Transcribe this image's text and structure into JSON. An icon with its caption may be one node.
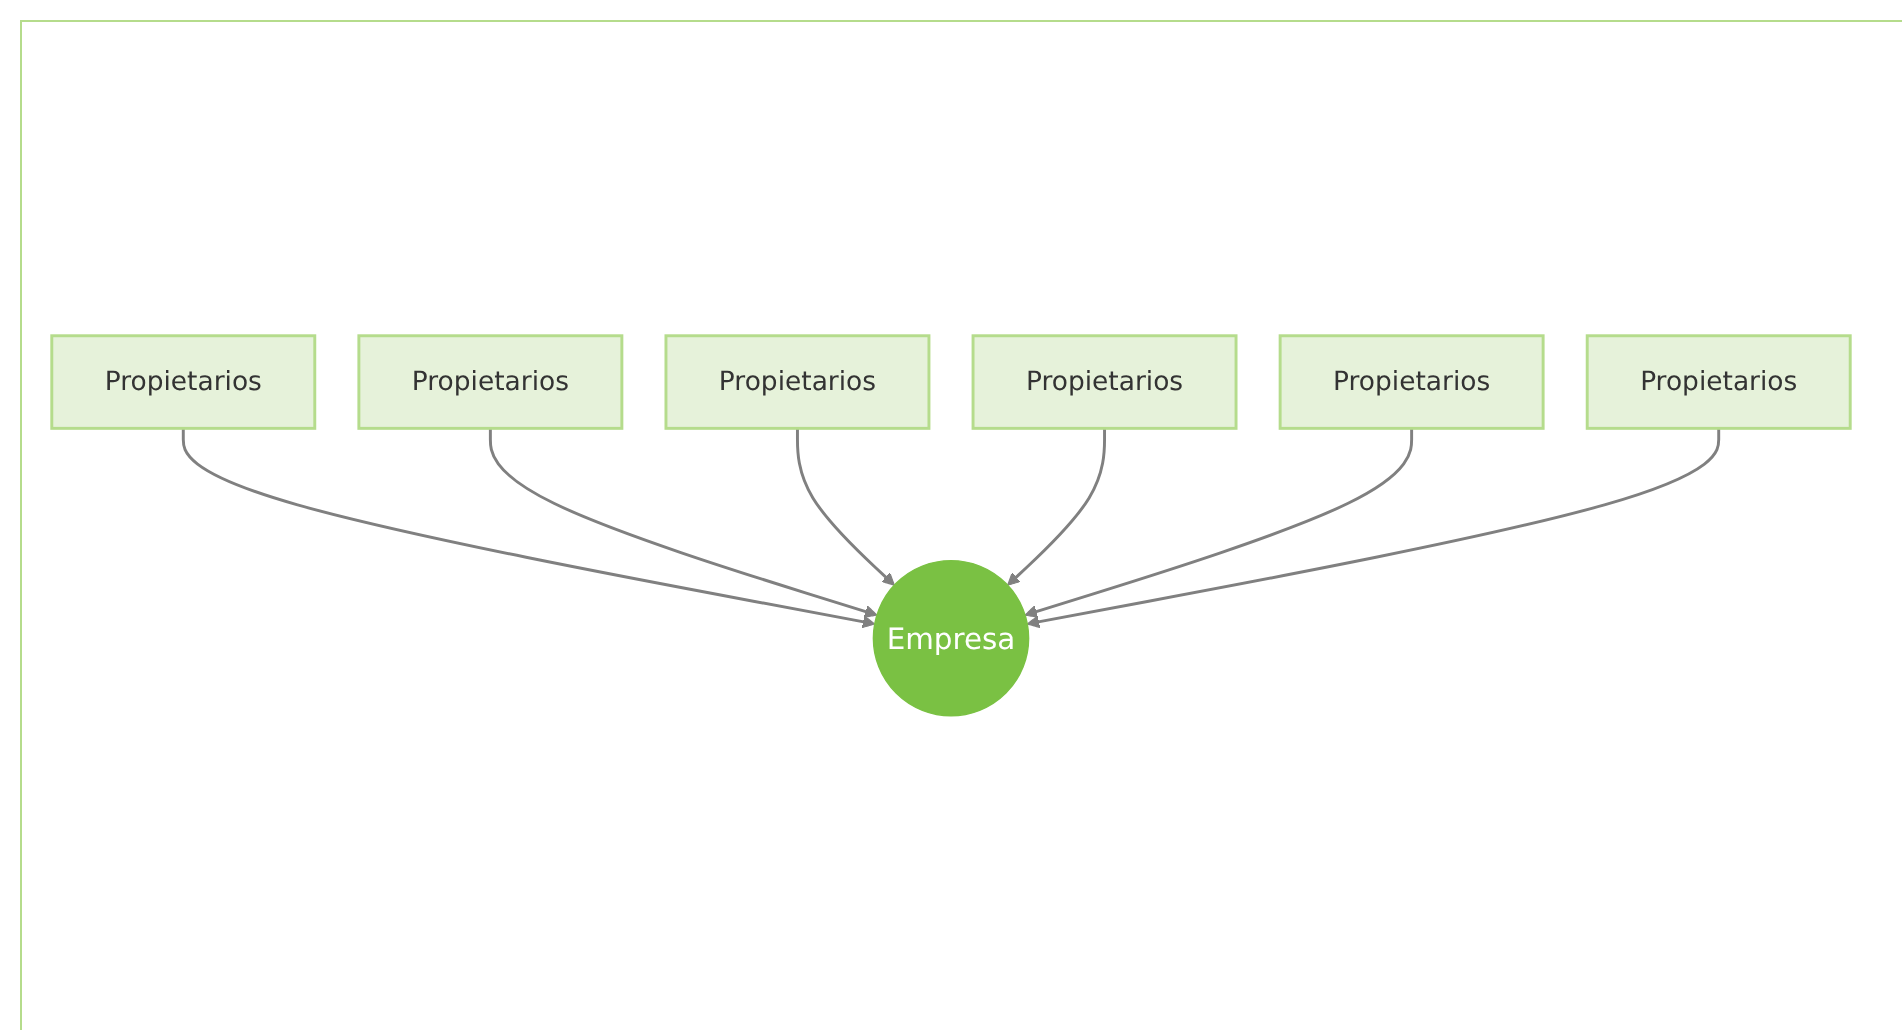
{
  "diagram": {
    "nodes": [
      {
        "text": [
          "Propietarios"
        ]
      },
      {
        "text": [
          "Propietarios"
        ]
      },
      {
        "text": [
          "Propietarios"
        ]
      },
      {
        "text": [
          "Propietarios"
        ]
      },
      {
        "text": [
          "Propietarios"
        ]
      },
      {
        "text": [
          "Propietarios"
        ]
      },
      {
        "text": [
          "Empresa"
        ]
      }
    ],
    "edges": [
      {
        "from": 0,
        "to": 6,
        "arrow": "to"
      },
      {
        "from": 1,
        "to": 6,
        "arrow": "to"
      },
      {
        "from": 2,
        "to": 6,
        "arrow": "to"
      },
      {
        "from": 3,
        "to": 6,
        "arrow": "to"
      },
      {
        "from": 4,
        "to": 6,
        "arrow": "to"
      },
      {
        "from": 5,
        "to": 6,
        "arrow": "to"
      }
    ]
  }
}
